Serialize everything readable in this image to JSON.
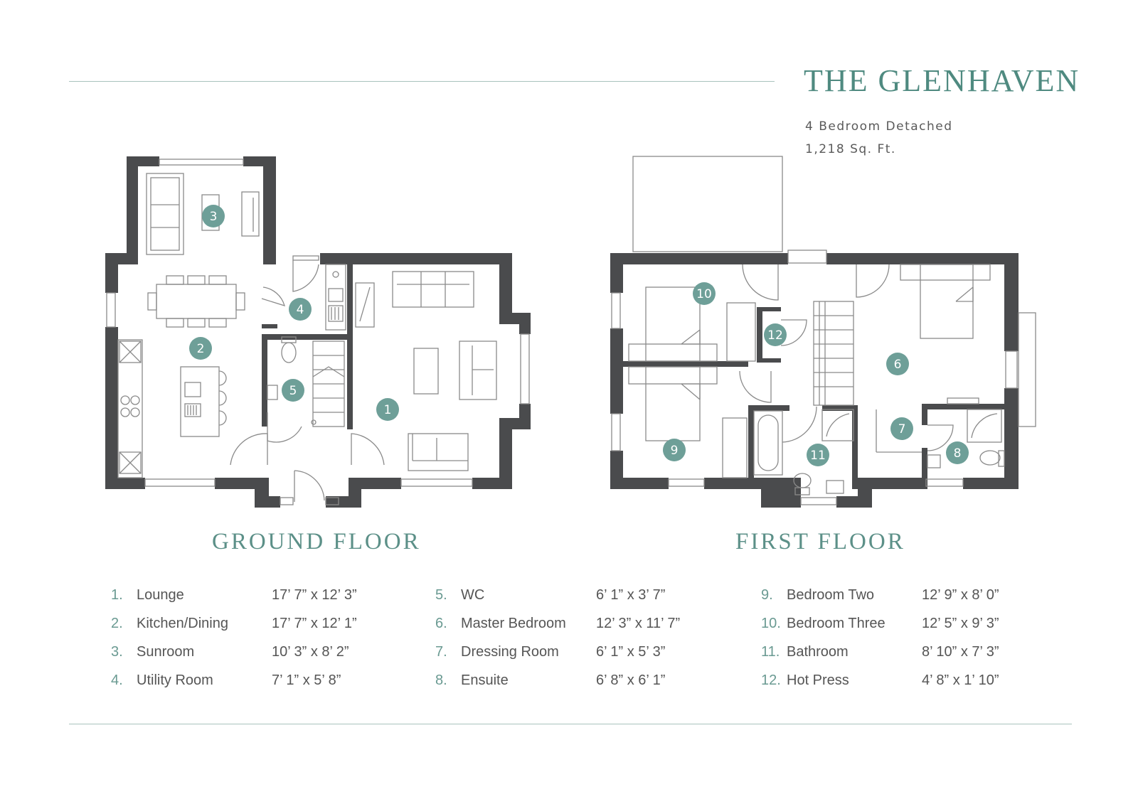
{
  "title": "THE GLENHAVEN",
  "subtitle": "4 Bedroom Detached",
  "area": "1,218 Sq. Ft.",
  "floors": {
    "ground_label": "GROUND FLOOR",
    "first_label": "FIRST FLOOR"
  },
  "rooms": [
    {
      "num": "1.",
      "badge": "1",
      "name": "Lounge",
      "dims": "17’ 7” x 12’ 3”"
    },
    {
      "num": "2.",
      "badge": "2",
      "name": "Kitchen/Dining",
      "dims": "17’ 7” x 12’ 1”"
    },
    {
      "num": "3.",
      "badge": "3",
      "name": "Sunroom",
      "dims": "10’ 3” x 8’ 2”"
    },
    {
      "num": "4.",
      "badge": "4",
      "name": "Utility Room",
      "dims": "7’ 1” x 5’ 8”"
    },
    {
      "num": "5.",
      "badge": "5",
      "name": "WC",
      "dims": "6’ 1” x 3’ 7”"
    },
    {
      "num": "6.",
      "badge": "6",
      "name": "Master Bedroom",
      "dims": "12’ 3” x 11’ 7”"
    },
    {
      "num": "7.",
      "badge": "7",
      "name": "Dressing Room",
      "dims": "6’ 1” x 5’ 3”"
    },
    {
      "num": "8.",
      "badge": "8",
      "name": "Ensuite",
      "dims": "6’ 8” x 6’ 1”"
    },
    {
      "num": "9.",
      "badge": "9",
      "name": "Bedroom Two",
      "dims": "12’ 9” x 8’ 0”"
    },
    {
      "num": "10.",
      "badge": "10",
      "name": "Bedroom Three",
      "dims": "12’ 5” x 9’ 3”"
    },
    {
      "num": "11.",
      "badge": "11",
      "name": "Bathroom",
      "dims": "8’ 10” x 7’ 3”"
    },
    {
      "num": "12.",
      "badge": "12",
      "name": "Hot Press",
      "dims": "4’ 8” x 1’ 10”"
    }
  ],
  "colors": {
    "wall": "#4a4b4d",
    "accent": "#6e9f98",
    "line": "#8a8a8a",
    "rule": "#a9c3bd"
  }
}
